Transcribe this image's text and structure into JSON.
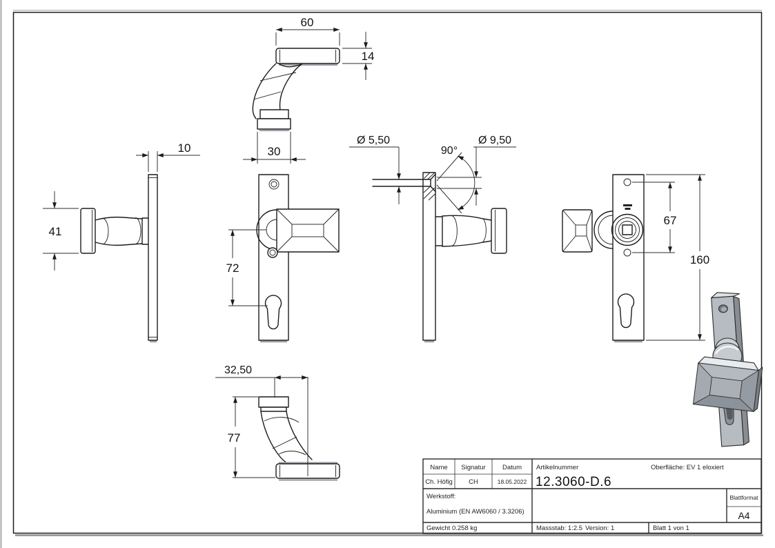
{
  "drawing": {
    "dims": {
      "top_width": "60",
      "top_thickness": "14",
      "top_base": "30",
      "plate_thickness": "10",
      "knob_height": "41",
      "handle_to_cylinder": "72",
      "hole_small": "Ø 5,50",
      "countersink_angle": "90°",
      "hole_large": "Ø 9,50",
      "screw_spacing": "67",
      "plate_height": "160",
      "bottom_offset": "32,50",
      "bottom_height": "77"
    },
    "title_block": {
      "name_label": "Name",
      "signatur_label": "Signatur",
      "datum_label": "Datum",
      "artikelnummer_label": "Artikelnummer",
      "oberflaeche_value": "Oberfläche:  EV 1 eloxiert",
      "name_value": "Ch. Höfig",
      "signatur_value": "CH",
      "datum_value": "18.05.2022",
      "artikelnummer_value": "12.3060-D.6",
      "werkstoff_label": "Werkstoff:",
      "werkstoff_value": "Aluminium (EN AW6060 / 3.3206)",
      "blattformat_label": "Blattformat",
      "blattformat_value": "A4",
      "gewicht_value": "Gewicht 0.258 kg",
      "massstab_value": "Massstab: 1:2.5",
      "version_value": "Version: 1",
      "blatt_value": "Blatt 1 von 1"
    }
  }
}
